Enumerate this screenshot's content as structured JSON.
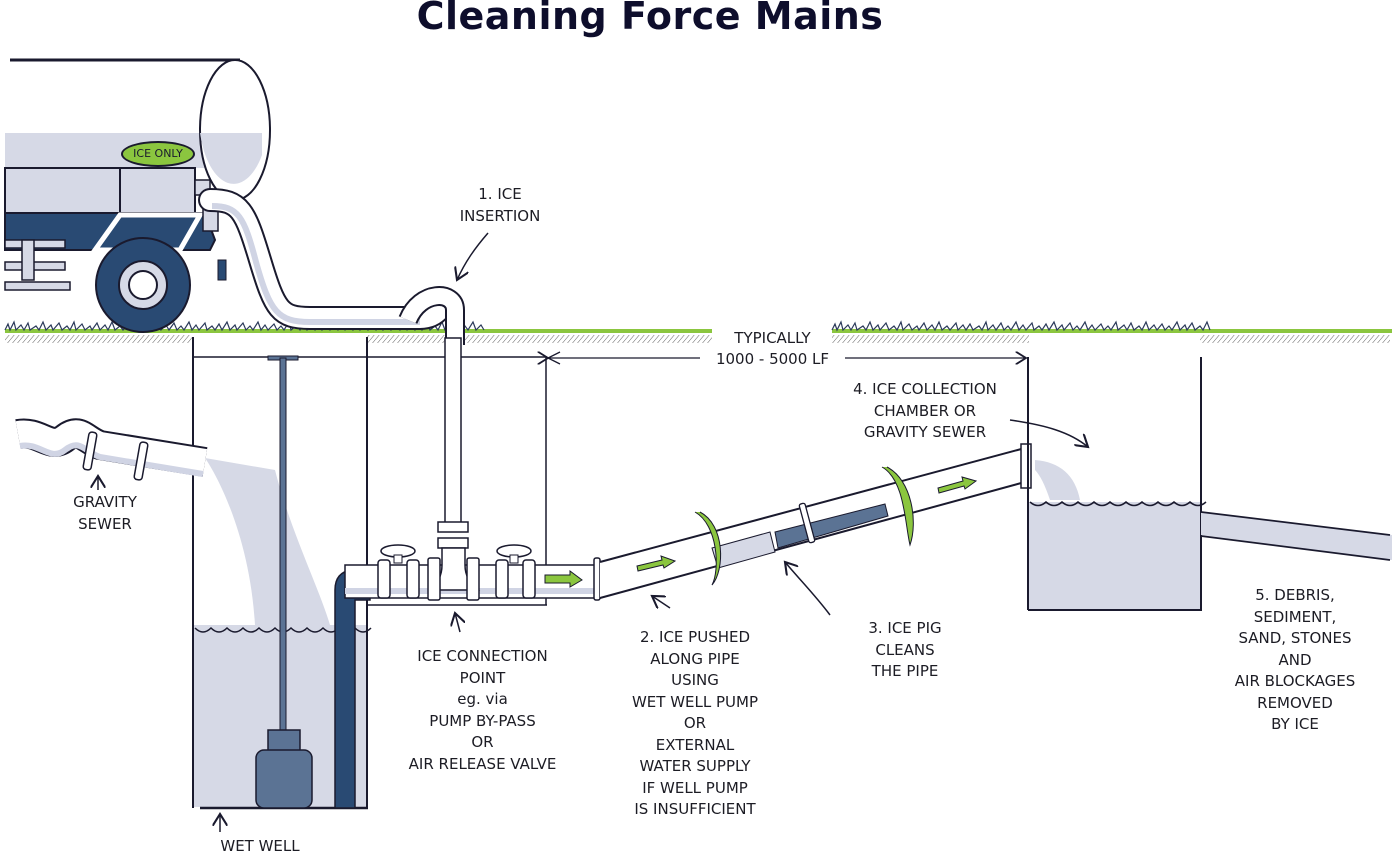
{
  "title": "Cleaning Force Mains",
  "colors": {
    "ink": "#1a1a2e",
    "navy": "#294a73",
    "steel": "#5b7394",
    "water": "#d6d9e6",
    "pipe_fill": "#ffffff",
    "pipe_shade": "#d0d4e4",
    "grass": "#8bc63f",
    "ice_green": "#8bc63f"
  },
  "truck": {
    "badge_text": "ICE ONLY"
  },
  "labels": {
    "ice_insertion": [
      "1. ICE",
      "INSERTION"
    ],
    "typically": [
      "TYPICALLY",
      "1000 - 5000 LF"
    ],
    "gravity_sewer": [
      "GRAVITY",
      "SEWER"
    ],
    "wet_well": "WET WELL",
    "connection_point": [
      "ICE CONNECTION",
      "POINT",
      "eg. via",
      "PUMP BY-PASS",
      "OR",
      "AIR RELEASE VALVE"
    ],
    "ice_pushed": [
      "2. ICE PUSHED",
      "ALONG PIPE",
      "USING",
      "WET WELL PUMP",
      "OR",
      "EXTERNAL",
      "WATER SUPPLY",
      "IF WELL PUMP",
      "IS INSUFFICIENT"
    ],
    "ice_pig": [
      "3. ICE PIG",
      "CLEANS",
      "THE PIPE"
    ],
    "collection": [
      "4. ICE COLLECTION",
      "CHAMBER OR",
      "GRAVITY SEWER"
    ],
    "debris": [
      "5. DEBRIS,",
      "SEDIMENT,",
      "SAND, STONES",
      "AND",
      "AIR BLOCKAGES",
      "REMOVED",
      "BY ICE"
    ]
  }
}
